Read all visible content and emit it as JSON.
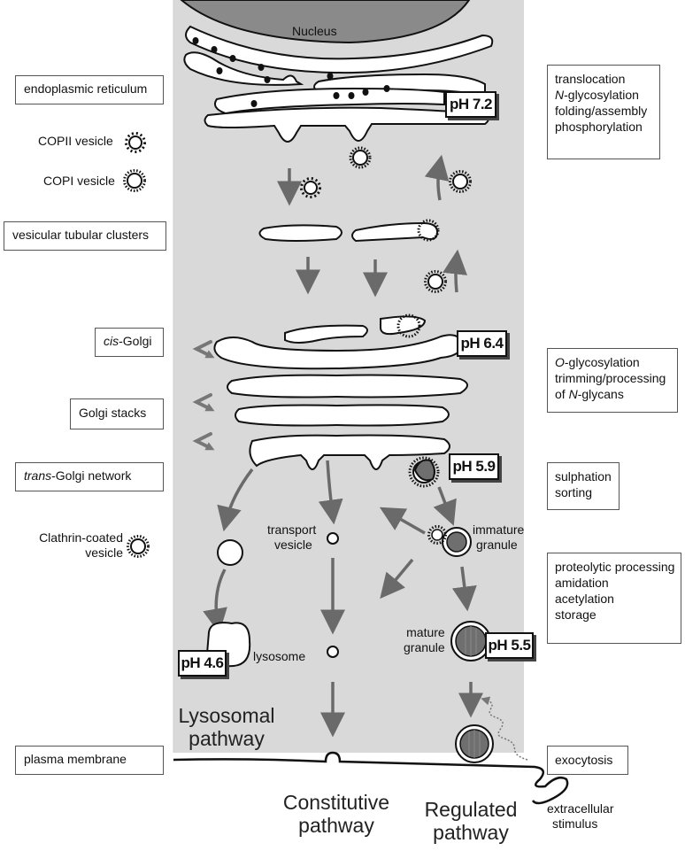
{
  "labels_left": {
    "er": "endoplasmic reticulum",
    "copii": "COPII vesicle",
    "copi": "COPI vesicle",
    "vtc": "vesicular tubular clusters",
    "cis_prefix": "cis",
    "cis_suffix": "-Golgi",
    "stacks": "Golgi stacks",
    "trans_prefix": "trans",
    "trans_suffix": "-Golgi network",
    "clathrin_line1": "Clathrin-coated",
    "clathrin_line2": "vesicle",
    "plasma": "plasma membrane"
  },
  "labels_right": {
    "er_functions": {
      "l1": "translocation",
      "l2_prefix": "N",
      "l2_suffix": "-glycosylation",
      "l3": "folding/assembly",
      "l4": "phosphorylation"
    },
    "golgi_functions": {
      "l1_prefix": "O",
      "l1_suffix": "-glycosylation",
      "l2": "trimming/processing",
      "l3_start": "of ",
      "l3_italic": "N",
      "l3_end": "-glycans"
    },
    "tgn_functions": {
      "l1": "sulphation",
      "l2": "sorting"
    },
    "granule_functions": {
      "l1": "proteolytic processing",
      "l2": "amidation",
      "l3": "acetylation",
      "l4": "storage"
    },
    "exocytosis": "exocytosis"
  },
  "ph_tags": {
    "er": "pH 7.2",
    "cis": "pH 6.4",
    "tgn": "pH 5.9",
    "mature": "pH 5.5",
    "lysosome": "pH 4.6"
  },
  "inner_labels": {
    "nucleus": "Nucleus",
    "transport_vesicle_l1": "transport",
    "transport_vesicle_l2": "vesicle",
    "immature_l1": "immature",
    "immature_l2": "granule",
    "mature_l1": "mature",
    "mature_l2": "granule",
    "lysosome": "lysosome",
    "stimulus_l1": "extracellular",
    "stimulus_l2": "stimulus"
  },
  "pathways": {
    "lysosomal_l1": "Lysosomal",
    "lysosomal_l2": "pathway",
    "constitutive_l1": "Constitutive",
    "constitutive_l2": "pathway",
    "regulated_l1": "Regulated",
    "regulated_l2": "pathway"
  },
  "colors": {
    "cell_bg": "#d9d9d9",
    "nucleus": "#8a8a8a",
    "granule_core": "#6f6f6f",
    "arrow": "#6a6a6a",
    "outline": "#111111"
  }
}
